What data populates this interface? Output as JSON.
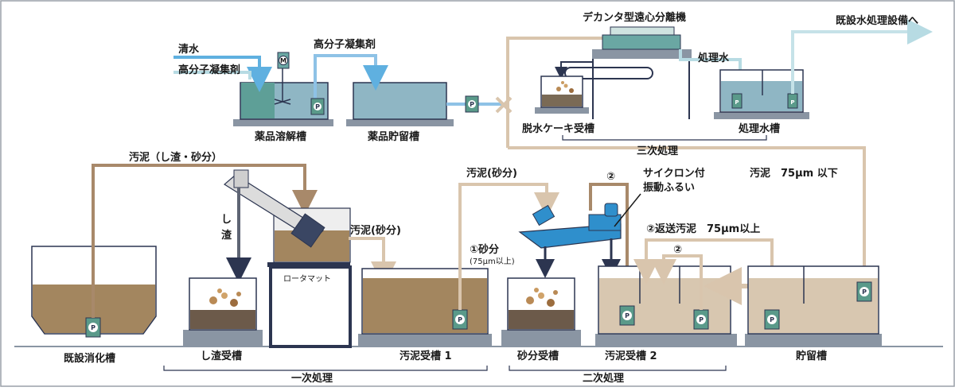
{
  "labels": {
    "decanter": "デカンタ型遠心分離機",
    "to_existing": "既設水処理設備へ",
    "clean_water": "清水",
    "polymer_in": "高分子凝集剤",
    "polymer_top": "高分子凝集剤",
    "motor": "M",
    "dissolve_tank": "薬品溶解槽",
    "storage_tank": "薬品貯留槽",
    "treated_water": "処理水",
    "cake_tank": "脱水ケーキ受槽",
    "treated_tank": "処理水槽",
    "tertiary": "三次処理",
    "sludge_grit": "汚泥（し渣・砂分）",
    "sludge_sand1": "汚泥(砂分)",
    "sludge_sand2": "汚泥(砂分)",
    "cyclone_l1": "サイクロン付",
    "cyclone_l2": "振動ふるい",
    "num2a": "②",
    "num2b": "②",
    "sludge_75down": "汚泥　75μm 以下",
    "return_sludge": "②返送汚泥　75μm以上",
    "shi": "し",
    "zaa": "渣",
    "sand1": "①砂分",
    "sand1_sub": "(75μm以上)",
    "rotamat": "ロータマット",
    "existing_digester": "既設消化槽",
    "shisa_tank": "し渣受槽",
    "sludge_tank1": "汚泥受槽 1",
    "sand_tank": "砂分受槽",
    "sludge_tank2": "汚泥受槽 2",
    "storage": "貯留槽",
    "primary": "一次処理",
    "secondary": "二次処理",
    "pump": "P"
  },
  "colors": {
    "sludge": "#a3865f",
    "sludge_light": "#d8c7b0",
    "water": "#8fb6c4",
    "water_dark": "#6aa7a3",
    "pipe_brown": "#a8896a",
    "pipe_tan": "#d9c5ad",
    "pipe_blue": "#8ec2e6",
    "pipe_lightblue": "#c5e2e8",
    "machine_blue": "#2f8fcc",
    "base": "#8a95a3",
    "frame": "#2c3550",
    "pump_green": "#5a9a8a"
  }
}
